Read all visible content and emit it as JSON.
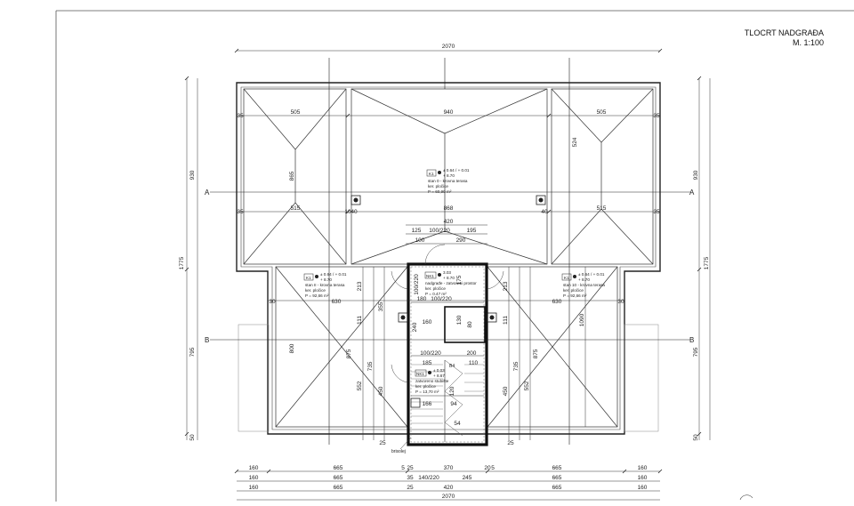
{
  "title": {
    "name": "TLOCRT NADGRAĐA",
    "scale": "M. 1:100"
  },
  "dims": {
    "overall_top": "2070",
    "overall_bottom": "2070",
    "top_row": [
      "505",
      "940",
      "505"
    ],
    "mid_row": [
      "515",
      "868",
      "515"
    ],
    "stair_a": "420",
    "stair_b": [
      "125",
      "100/220",
      "195"
    ],
    "stair_c": [
      "100",
      "290"
    ],
    "lower_row": [
      "630",
      "630"
    ],
    "ridge_left": "865",
    "ridge_right": "524",
    "left_outer": [
      "930",
      "1775",
      "795",
      "50"
    ],
    "right_outer": [
      "930",
      "1775",
      "795",
      "50"
    ],
    "right_lower_v": "1090",
    "left_inner_v": [
      "213",
      "111",
      "875",
      "552",
      "735",
      "450",
      "355",
      "800"
    ],
    "right_inner_v": [
      "213",
      "111",
      "875",
      "552",
      "735",
      "450"
    ],
    "core": [
      "180",
      "100/220",
      "240",
      "160",
      "100/220",
      "185",
      "166",
      "200",
      "110",
      "94",
      "54"
    ],
    "bottom_row1": [
      "160",
      "665",
      "5",
      "25",
      "370",
      "20",
      "5",
      "665",
      "160"
    ],
    "bottom_row2": [
      "160",
      "665",
      "35",
      "140/220",
      "245",
      "665",
      "160"
    ],
    "bottom_row3": [
      "160",
      "665",
      "25",
      "420",
      "665",
      "160"
    ],
    "small": [
      "35",
      "35",
      "35",
      "35",
      "10",
      "40",
      "40",
      "30",
      "30",
      "25",
      "25",
      "120",
      "175",
      "130",
      "80"
    ]
  },
  "rooms": [
    {
      "tag": "K1",
      "level": "± 0.64 / + 0.01",
      "level2": "+ 8.70",
      "name": "stan 0 - krovna terasa",
      "floor": "ker. pločice",
      "area": "P = 60,90 m²"
    },
    {
      "tag": "K1",
      "level": "± 0.64 / + 0.01",
      "level2": "+ 8.70",
      "name": "stan II - krovna terasa",
      "floor": "ker. pločice",
      "area": "P = 92,66 m²"
    },
    {
      "tag": "NK1",
      "level": "3.03",
      "level2": "+ 8.70",
      "name": "nadgrađe - zatvoreni prostor",
      "floor": "ker. pločice",
      "area": "P = 0.47 m²"
    },
    {
      "tag": "K1",
      "level": "± 0.64 / + 0.01",
      "level2": "+ 8.70",
      "name": "stan 10 - krovna terasa",
      "floor": "ker. pločice",
      "area": "P = 92,66 m²"
    },
    {
      "tag": "NK1",
      "level": "± 0.03",
      "level2": "+ 8.67",
      "name": "zatvoreno stubište",
      "floor": "ker. pločice",
      "area": "P = 13,70 m²"
    }
  ],
  "section_marks": [
    "A",
    "A",
    "B",
    "B"
  ],
  "callouts": [
    "brisolej",
    "B4"
  ]
}
